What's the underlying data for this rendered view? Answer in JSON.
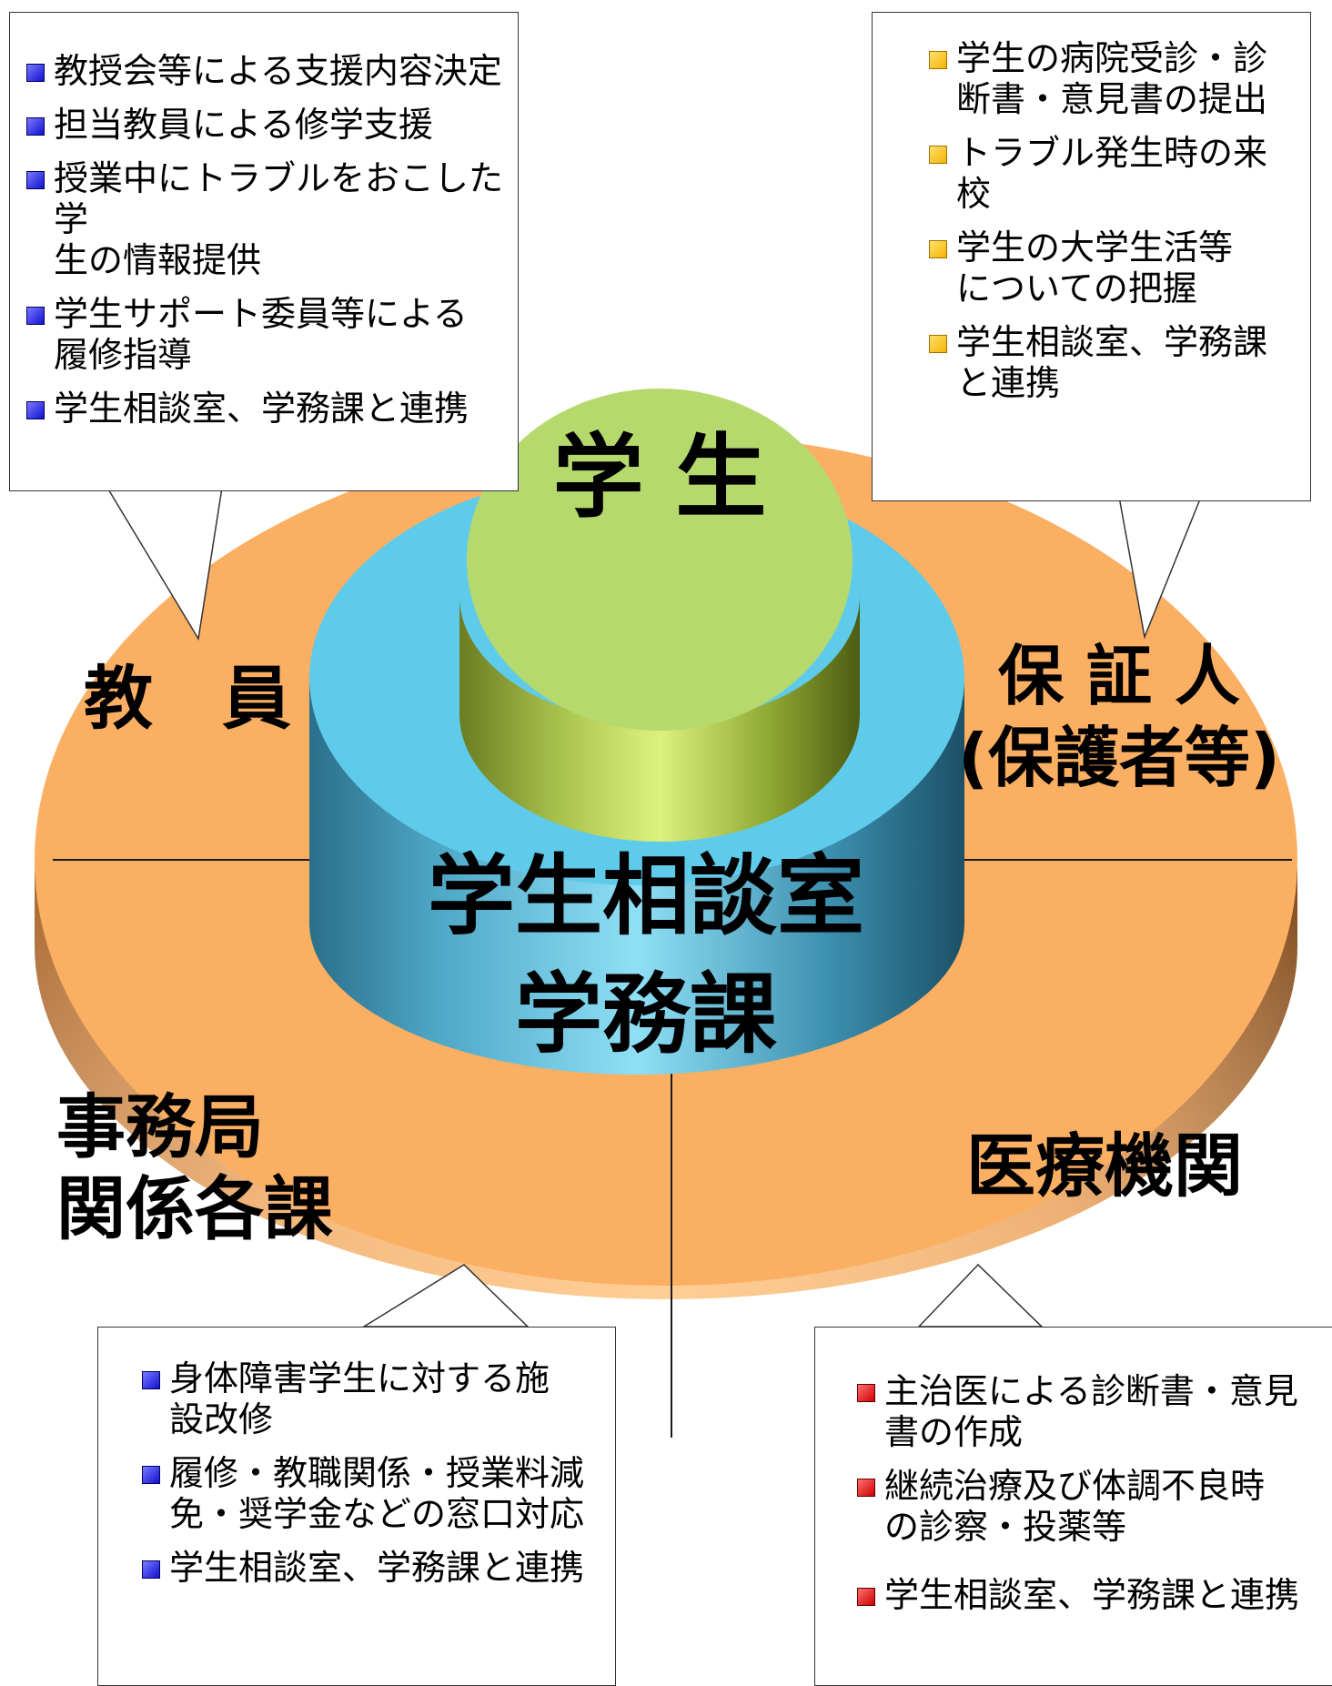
{
  "colors": {
    "outer_ring": "#fbaf63",
    "middle_ring": "#5fcbea",
    "center": "#b6d96e",
    "bullet_faculty": "#1a1ae0",
    "bullet_guardian": "#f8c21c",
    "bullet_medical": "#e01818",
    "bullet_office": "#1a1ae0"
  },
  "center": {
    "label": "学 生"
  },
  "middle": {
    "label": "学生相談室\n学務課"
  },
  "quadrants": {
    "faculty": "教　員",
    "guardian": "保 証 人\n(保護者等)",
    "office": "事務局\n関係各課",
    "medical": "医療機関"
  },
  "callouts": {
    "faculty": {
      "bullet_icon": "blue-square-icon",
      "items": [
        "教授会等による支援内容決定",
        "担当教員による修学支援",
        "授業中にトラブルをおこした学\n生の情報提供",
        "学生サポート委員等による\n履修指導",
        "学生相談室、学務課と連携"
      ]
    },
    "guardian": {
      "bullet_icon": "yellow-square-icon",
      "items": [
        "学生の病院受診・診\n断書・意見書の提出",
        "トラブル発生時の来\n校",
        "学生の大学生活等\nについての把握",
        "学生相談室、学務課\nと連携"
      ]
    },
    "office": {
      "bullet_icon": "blue-square-icon",
      "items": [
        "身体障害学生に対する施\n設改修",
        "履修・教職関係・授業料減\n免・奨学金などの窓口対応",
        "学生相談室、学務課と連携"
      ]
    },
    "medical": {
      "bullet_icon": "red-square-icon",
      "items": [
        "主治医による診断書・意見\n書の作成",
        "継続治療及び体調不良時\nの診察・投薬等",
        "学生相談室、学務課と連携"
      ]
    }
  }
}
